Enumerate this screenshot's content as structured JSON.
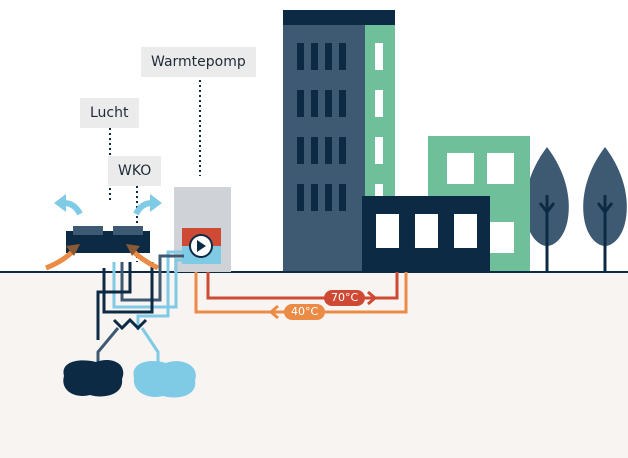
{
  "labels": {
    "heat_pump": "Warmtepomp",
    "air": "Lucht",
    "wko": "WKO"
  },
  "temperatures": {
    "supply": "70°C",
    "return": "40°C"
  },
  "colors": {
    "dark_navy": "#0d2a44",
    "slate_blue": "#3d5a72",
    "mint_green": "#6fbf9a",
    "light_blue": "#7fcbe5",
    "supply_red": "#cf4a34",
    "return_orange": "#ec8b46",
    "ground": "#f7f4f2",
    "heat_pump_grey": "#cfd3d8"
  }
}
